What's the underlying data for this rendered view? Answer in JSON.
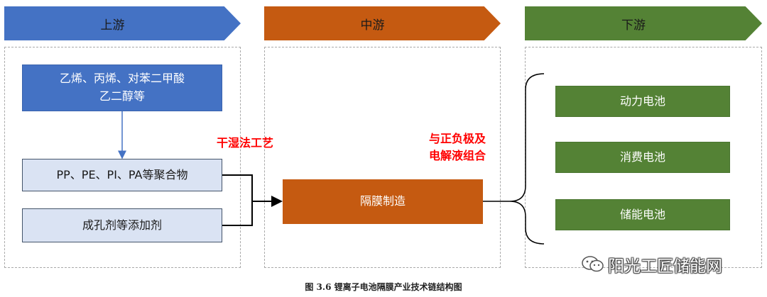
{
  "stages": {
    "upstream": "上游",
    "midstream": "中游",
    "downstream": "下游"
  },
  "upstream": {
    "raw_materials_line1": "乙烯、丙烯、对苯二甲酸",
    "raw_materials_line2": "乙二醇等",
    "polymers": "PP、PE、PI、PA等聚合物",
    "additives": "成孔剂等添加剂"
  },
  "process_label": "干湿法工艺",
  "midstream": {
    "separator_manufacturing": "隔膜制造"
  },
  "combine_label_line1": "与正负极及",
  "combine_label_line2": "电解液组合",
  "downstream": {
    "power_battery": "动力电池",
    "consumer_battery": "消费电池",
    "storage_battery": "储能电池"
  },
  "watermark": "阳光工匠储能网",
  "caption": "图 3.6 锂离子电池隔膜产业技术链结构图",
  "colors": {
    "upstream_banner": "#4472c4",
    "midstream_banner": "#c55a11",
    "downstream_banner": "#548235",
    "highlight_text": "#ff0000"
  }
}
